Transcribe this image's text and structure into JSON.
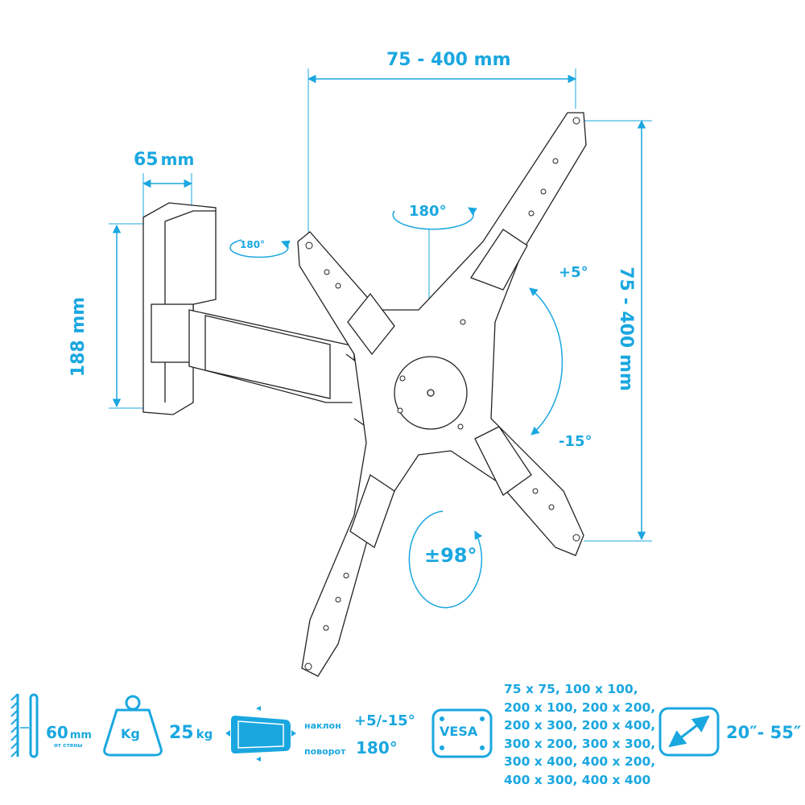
{
  "dimensions": {
    "vesa_width": "75 - 400 mm",
    "vesa_height": "75 - 400 mm",
    "depth_top": "65",
    "depth_top_unit": "mm",
    "plate_height": "188 mm"
  },
  "rotations": {
    "wall_swivel": "180°",
    "arm_swivel": "180°",
    "tilt_up": "+5°",
    "tilt_down": "-15°",
    "rotation": "±98°"
  },
  "specs": {
    "wall_distance_value": "60",
    "wall_distance_unit": "mm",
    "wall_distance_caption": "от стены",
    "weight_icon_label": "Kg",
    "max_load_value": "25",
    "max_load_unit": "kg",
    "tilt_label": "наклон",
    "tilt_value": "+5/-15°",
    "swivel_label": "поворот",
    "swivel_value": "180°",
    "vesa_icon_label": "VESA",
    "vesa_sizes": [
      "75 x 75, 100 x 100,",
      "200 x 100, 200 x 200,",
      "200 x 300, 200 x 400,",
      "300 x 200, 300 x 300,",
      "300 x 400, 400 x 200,",
      "400 x 300, 400 x 400"
    ],
    "screen_size": "20″- 55″"
  },
  "colors": {
    "accent": "#1aa7e0",
    "line": "#222222"
  }
}
